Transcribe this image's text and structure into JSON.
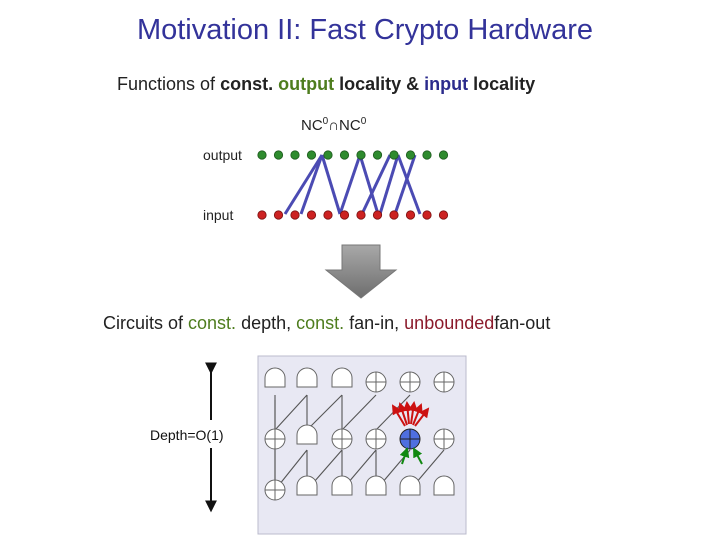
{
  "slide": {
    "title": "Motivation II: Fast Crypto Hardware",
    "subtitle": {
      "prefix": "Functions of ",
      "const": "const.",
      "output": "output",
      "locality1": "locality",
      "amp": "&",
      "input": "input",
      "locality2": "locality"
    },
    "complexity_label": {
      "nc": "NC",
      "sup": "0",
      "cap": "∩",
      "nc2": "NC",
      "sup2": "0"
    },
    "output_label": "output",
    "input_label": "input",
    "circuit_caption": {
      "prefix": "Circuits of ",
      "const1": "const.",
      "mid1": " depth, ",
      "const2": "const.",
      "mid2": " fan-in, ",
      "overlap": "unbounded",
      "suffix": "fan-out"
    },
    "depth_label": "Depth=O(1)"
  },
  "colors": {
    "title": "#33339a",
    "accent_green": "#4e7d1e",
    "accent_navy": "#2b2b8c",
    "output_node": "#2e8b2e",
    "input_node": "#cc2222",
    "edge": "#4b4bb3",
    "circuit_bg": "#e8e8f3",
    "highlight_gate": "#4f6fe0",
    "fanout_arrow": "#cc1111",
    "fanin_arrow": "#118811"
  }
}
